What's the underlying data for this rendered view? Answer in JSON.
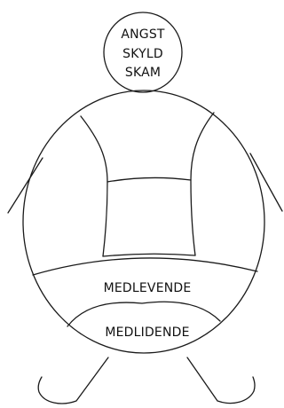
{
  "head": {
    "lines": [
      "ANGST",
      "SKYLD",
      "SKAM"
    ]
  },
  "body": {
    "upper_band_label": "MEDLEVENDE",
    "lower_band_label": "MEDLIDENDE"
  }
}
